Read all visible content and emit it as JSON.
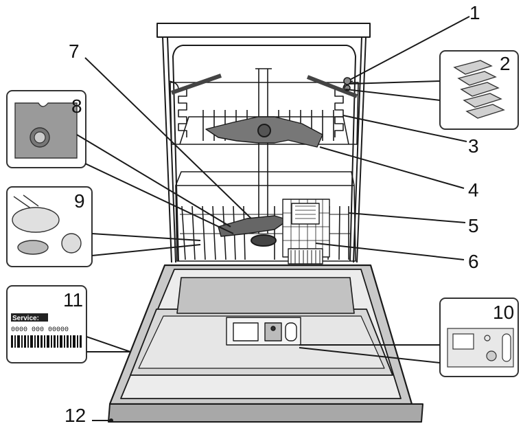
{
  "callouts": [
    {
      "number": "1",
      "part": "upper-rack-height-adjuster"
    },
    {
      "number": "2",
      "part": "folding-flaps"
    },
    {
      "number": "3",
      "part": "upper-rack"
    },
    {
      "number": "4",
      "part": "upper-spray-arm"
    },
    {
      "number": "5",
      "part": "lower-rack"
    },
    {
      "number": "6",
      "part": "cutlery-basket"
    },
    {
      "number": "7",
      "part": "lower-spray-arm"
    },
    {
      "number": "8",
      "part": "filter-assembly"
    },
    {
      "number": "9",
      "part": "salt-reservoir"
    },
    {
      "number": "10",
      "part": "detergent-dispenser"
    },
    {
      "number": "11",
      "part": "rating-plate"
    },
    {
      "number": "12",
      "part": "control-panel"
    }
  ],
  "rating_plate": {
    "service_label": "Service:",
    "service_code": "0000 000 00000"
  },
  "colors": {
    "line": "#1a1a1a",
    "panel_fill": "#c9c9c9",
    "panel_dark": "#a8a8a8",
    "door_light": "#e6e6e6",
    "bubble_border": "#333333"
  }
}
